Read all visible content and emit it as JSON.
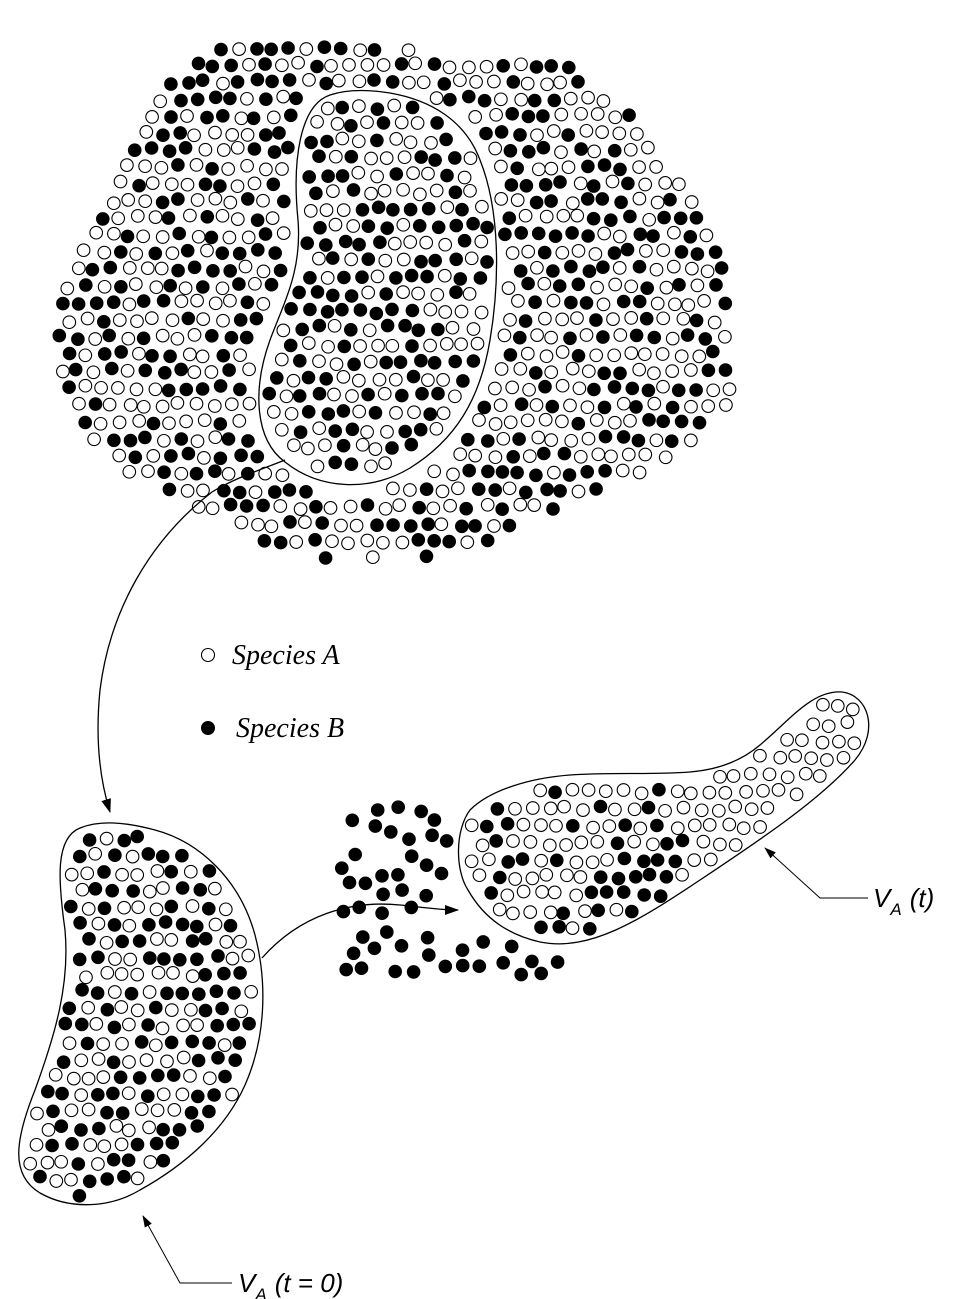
{
  "legend": {
    "species_a": "Species A",
    "species_b": "Species B"
  },
  "labels": {
    "initial_volume": {
      "symbol": "V",
      "subscript": "A",
      "argument": "(t = 0)"
    },
    "later_volume": {
      "symbol": "V",
      "subscript": "A",
      "argument": "(t)"
    }
  },
  "colors": {
    "species_a_fill": "#ffffff",
    "species_b_fill": "#000000",
    "stroke": "#000000"
  }
}
